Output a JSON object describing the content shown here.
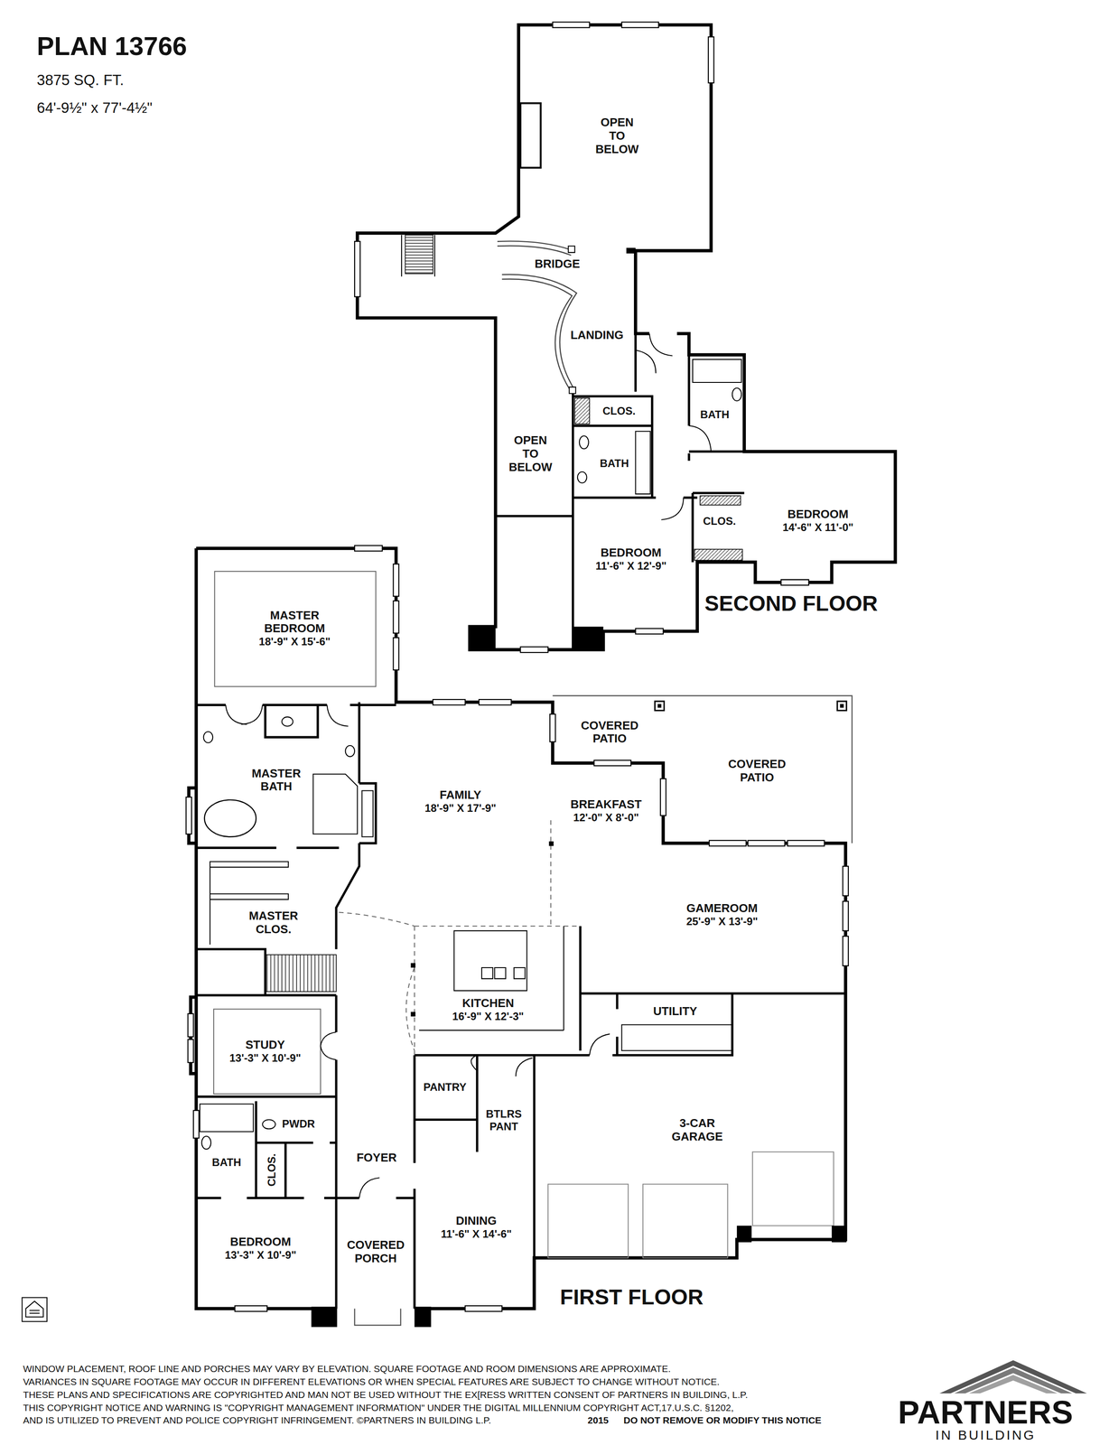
{
  "diagram": {
    "title": "PLAN 13766",
    "nodes": [
      {
        "text": [
          "OPEN TO BELOW"
        ]
      },
      {
        "text": [
          "BRIDGE"
        ]
      },
      {
        "text": [
          "LANDING"
        ]
      },
      {
        "text": [
          "CLOS."
        ]
      },
      {
        "text": [
          "BATH"
        ]
      },
      {
        "text": [
          "OPEN TO BELOW"
        ]
      },
      {
        "text": [
          "BATH"
        ]
      },
      {
        "text": [
          "CLOS."
        ]
      },
      {
        "text": [
          "BEDROOM",
          "14'-6\" X 11'-0\""
        ]
      },
      {
        "text": [
          "BEDROOM",
          "11'-6\" X 12'-9\""
        ]
      },
      {
        "text": [
          "MASTER BEDROOM",
          "18'-9\" X 15'-6\""
        ]
      },
      {
        "text": [
          "COVERED PATIO"
        ]
      },
      {
        "text": [
          "COVERED PATIO"
        ]
      },
      {
        "text": [
          "MASTER BATH"
        ]
      },
      {
        "text": [
          "FAMILY",
          "18'-9\" X 17'-9\""
        ]
      },
      {
        "text": [
          "BREAKFAST",
          "12'-0\" X 8'-0\""
        ]
      },
      {
        "text": [
          "GAMEROOM",
          "25'-9\" X 13'-9\""
        ]
      },
      {
        "text": [
          "MASTER CLOS."
        ]
      },
      {
        "text": [
          "KITCHEN",
          "16'-9\" X 12'-3\""
        ]
      },
      {
        "text": [
          "UTILITY"
        ]
      },
      {
        "text": [
          "STUDY",
          "13'-3\" X 10'-9\""
        ]
      },
      {
        "text": [
          "PANTRY"
        ]
      },
      {
        "text": [
          "BTLRS PANT"
        ]
      },
      {
        "text": [
          "3-CAR GARAGE"
        ]
      },
      {
        "text": [
          "PWDR"
        ]
      },
      {
        "text": [
          "BATH"
        ]
      },
      {
        "text": [
          "CLOS."
        ]
      },
      {
        "text": [
          "FOYER"
        ]
      },
      {
        "text": [
          "BEDROOM",
          "13'-3\" X 10'-9\""
        ]
      },
      {
        "text": [
          "COVERED PORCH"
        ]
      },
      {
        "text": [
          "DINING",
          "11'-6\" X 14'-6\""
        ]
      }
    ],
    "labels": [
      "3875 SQ. FT.",
      "64'-9½\" x 77'-4½\"",
      "SECOND FLOOR",
      "FIRST FLOOR",
      "WINDOW PLACEMENT, ROOF LINE AND PORCHES MAY VARY BY ELEVATION. SQUARE FOOTAGE AND ROOM DIMENSIONS ARE APPROXIMATE.",
      "VARIANCES IN SQUARE FOOTAGE MAY OCCUR IN DIFFERENT ELEVATIONS OR WHEN SPECIAL FEATURES ARE SUBJECT TO CHANGE WITHOUT NOTICE.",
      "THESE PLANS AND SPECIFICATIONS ARE COPYRIGHTED AND MAN NOT BE USED WITHOUT THE EX[RESS WRITTEN CONSENT OF PARTNERS IN BUILDING, L.P.",
      "THIS COPYRIGHT NOTICE AND WARNING IS \"COPYRIGHT MANAGEMENT INFORMATION\" UNDER THE DIGITAL MILLENNIUM COPYRIGHT ACT,17.U.S.C. §1202,",
      "AND IS UTILIZED TO PREVENT AND POLICE COPYRIGHT INFRINGEMENT. ©PARTNERS IN BUILDING L.P.",
      "2015",
      "DO NOT REMOVE OR MODIFY THIS NOTICE",
      "PARTNERS",
      "IN BUILDING"
    ]
  }
}
